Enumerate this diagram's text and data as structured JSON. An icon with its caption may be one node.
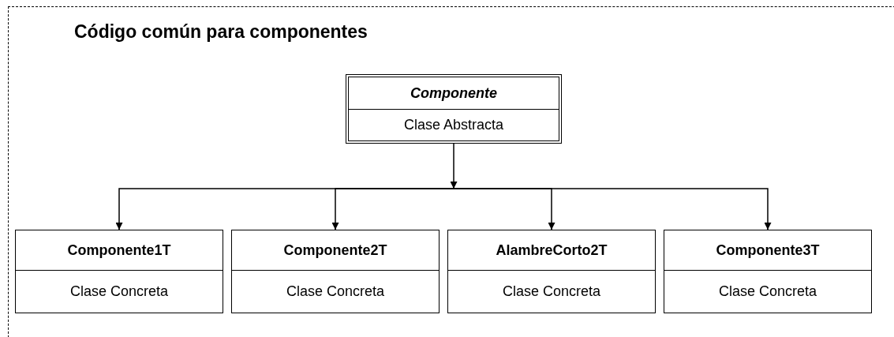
{
  "diagram": {
    "nodes": [
      {
        "text": [
          "Código común para componentes"
        ]
      },
      {
        "text": [
          "Componente",
          "Clase Abstracta"
        ],
        "in": 0
      },
      {
        "text": [
          "Componente1T",
          "Clase Concreta"
        ],
        "in": 0
      },
      {
        "text": [
          "Componente2T",
          "Clase Concreta"
        ],
        "in": 0
      },
      {
        "text": [
          "AlambreCorto2T",
          "Clase Concreta"
        ],
        "in": 0
      },
      {
        "text": [
          "Componente3T",
          "Clase Concreta"
        ],
        "in": 0
      }
    ],
    "edges": [
      {
        "from": 1,
        "to": 2,
        "arrow": "to"
      },
      {
        "from": 1,
        "to": 3,
        "arrow": "to"
      },
      {
        "from": 1,
        "to": 4,
        "arrow": "to"
      },
      {
        "from": 1,
        "to": 5,
        "arrow": "to"
      }
    ]
  }
}
